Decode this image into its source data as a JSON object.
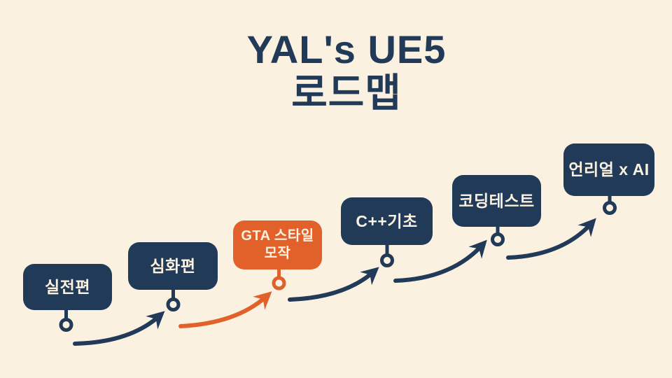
{
  "title": {
    "line1": "YAL's UE5",
    "line2": "로드맵"
  },
  "colors": {
    "background": "#FAF1E1",
    "navy": "#213A58",
    "orange": "#E2612B",
    "box_text": "#FAF1E1"
  },
  "roadmap": {
    "steps": [
      {
        "label": "실전편",
        "variant": "navy"
      },
      {
        "label": "심화편",
        "variant": "navy"
      },
      {
        "label": "GTA 스타일",
        "label2": "모작",
        "variant": "orange"
      },
      {
        "label": "C++기초",
        "variant": "navy"
      },
      {
        "label": "코딩테스트",
        "variant": "navy"
      },
      {
        "label": "언리얼 x AI",
        "variant": "navy"
      }
    ]
  }
}
